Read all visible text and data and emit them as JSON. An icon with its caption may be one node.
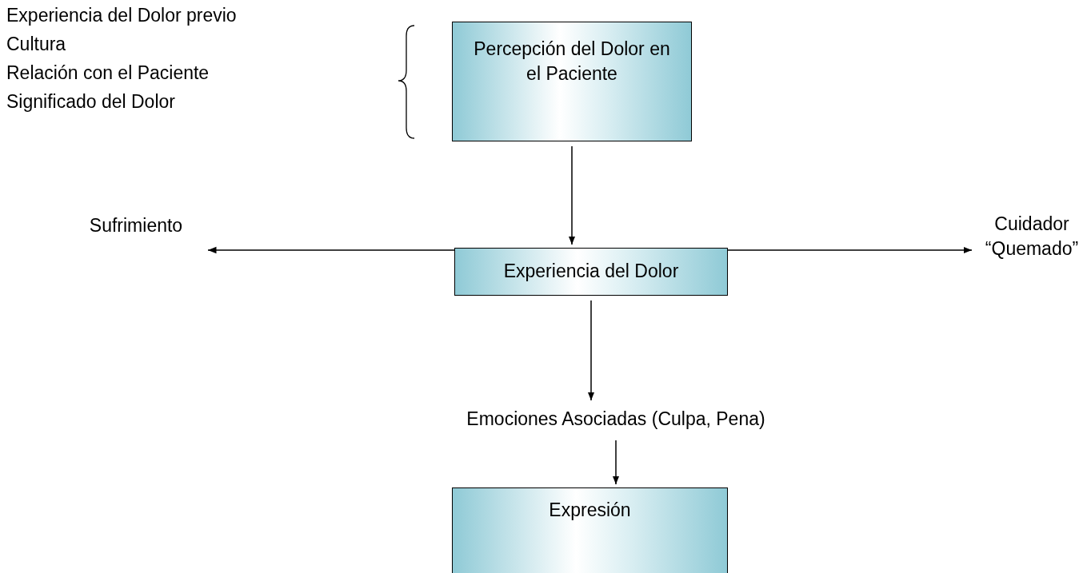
{
  "diagram": {
    "nodes": [
      {
        "text": [
          "Percepción del Dolor en el Paciente"
        ]
      },
      {
        "text": [
          "Experiencia del Dolor"
        ]
      },
      {
        "text": [
          "Sufrimiento"
        ]
      },
      {
        "text": [
          "Cuidador “Quemado”"
        ]
      },
      {
        "text": [
          "Emociones Asociadas (Culpa, Pena)"
        ]
      },
      {
        "text": [
          "Expresión"
        ]
      }
    ],
    "edges": [
      {
        "from": 0,
        "to": 1,
        "arrow": "to"
      },
      {
        "from": 1,
        "to": 2,
        "arrow": "to"
      },
      {
        "from": 1,
        "to": 3,
        "arrow": "to"
      },
      {
        "from": 1,
        "to": 4,
        "arrow": "to"
      },
      {
        "from": 4,
        "to": 5,
        "arrow": "to"
      }
    ],
    "labels": [
      "Experiencia del Dolor previo",
      "Cultura",
      "Relación con el Paciente",
      "Significado del Dolor"
    ]
  }
}
